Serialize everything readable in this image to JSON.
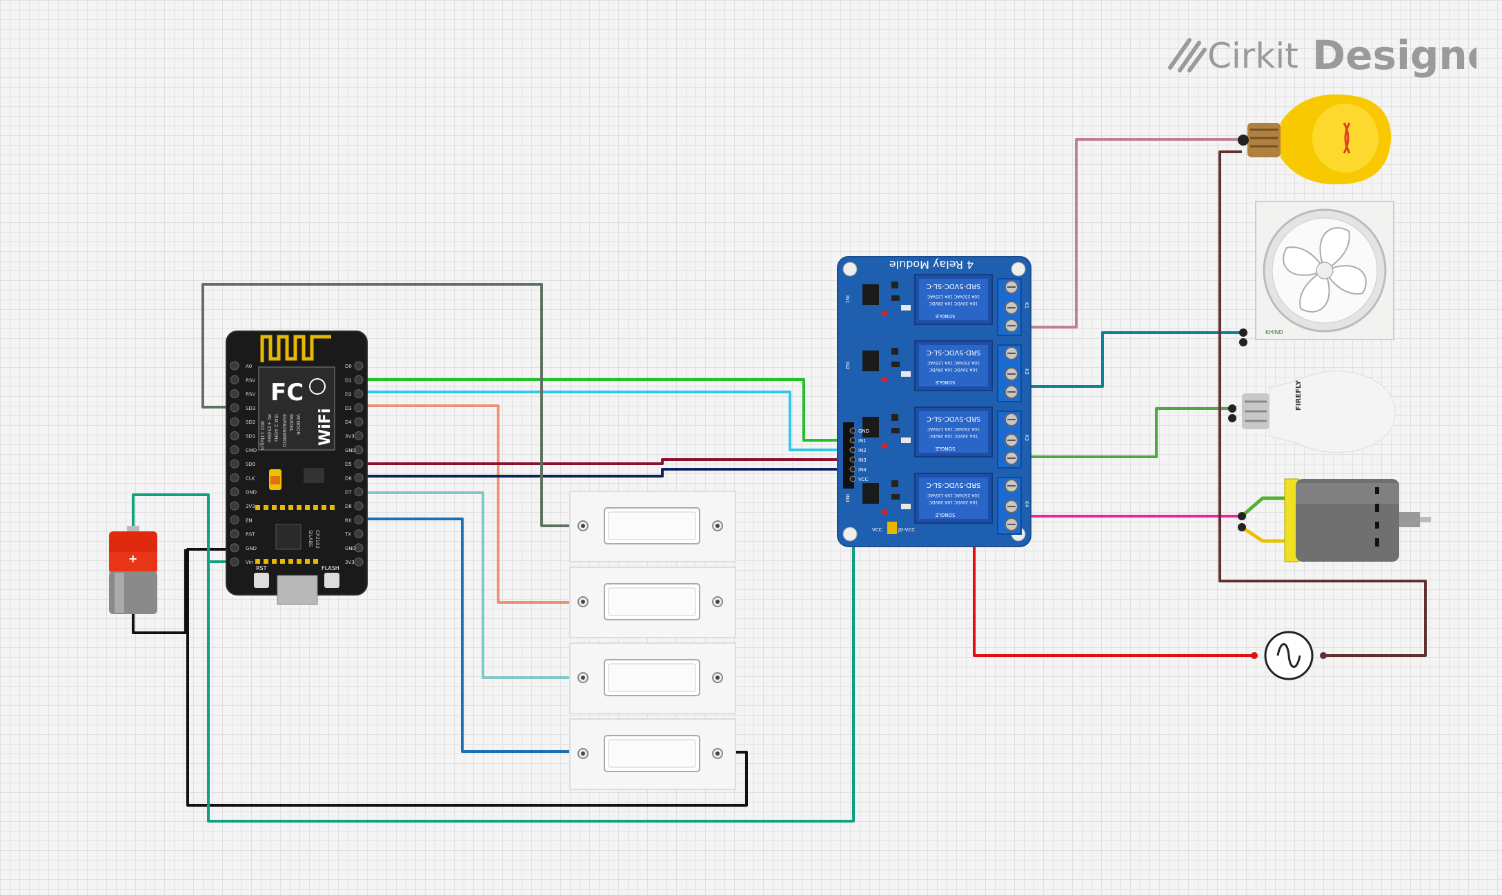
{
  "brand": {
    "name_light": "Cirkit",
    "name_bold": "Designer"
  },
  "relay_module": {
    "title": "4 Relay Module",
    "relay_label": "SRD-5VDC-SL-C",
    "relay_rating_1": "10A 250VAC 10A 125VAC",
    "relay_rating_2": "10A 30VDC 10A 28VDC",
    "relay_brand": "SONGLE",
    "channel_labels": [
      "IN1",
      "IN2",
      "IN3",
      "IN4"
    ],
    "header_pins": [
      "GND",
      "IN1",
      "IN2",
      "IN3",
      "IN4",
      "VCC"
    ],
    "terminal_labels": [
      "K1",
      "K2",
      "K3",
      "K4"
    ],
    "jumper_labels": [
      "VCC",
      "JD-VCC"
    ]
  },
  "nodemcu": {
    "left_pins": [
      "A0",
      "RSV",
      "RSV",
      "SD3",
      "SD2",
      "SD1",
      "CMD",
      "SD0",
      "CLK",
      "GND",
      "3V3",
      "EN",
      "RST",
      "GND",
      "Vin"
    ],
    "right_pins": [
      "D0",
      "D1",
      "D2",
      "D3",
      "D4",
      "3V3",
      "GND",
      "D5",
      "D6",
      "D7",
      "D8",
      "RX",
      "TX",
      "GND",
      "3V3"
    ],
    "module_text": [
      "ESP8266MOD",
      "MODEL",
      "VENDOR",
      "ISM 2.4GHz",
      "PA +25dBm",
      "802.11b/g/n"
    ],
    "chip_text": [
      "SILABS",
      "CP2102"
    ],
    "fc_label": "FC",
    "wifi_label": "WiFi",
    "rst_label": "RST",
    "flash_label": "FLASH"
  },
  "battery": {
    "plus_label": "+"
  },
  "led_bulb": {
    "brand": "FIREFLY"
  },
  "fan": {
    "brand": "KHIND"
  },
  "colors": {
    "relay_board": "#1f5fb0",
    "nodemcu_board": "#1a1a1a",
    "wire_green": "#22c02a",
    "wire_cyan": "#2fc8e8",
    "wire_salmon": "#f09070",
    "wire_maroon": "#8a1030",
    "wire_navy": "#102060",
    "wire_lightteal": "#80c8c8",
    "wire_blue": "#1a70b0",
    "wire_grey": "#607060",
    "wire_black": "#111111",
    "wire_teal": "#10a080",
    "wire_red": "#e01010",
    "wire_pink": "#c08090",
    "wire_petrol": "#108098",
    "wire_leaf": "#50a840",
    "wire_magenta": "#f020a0",
    "wire_brown": "#603030"
  }
}
